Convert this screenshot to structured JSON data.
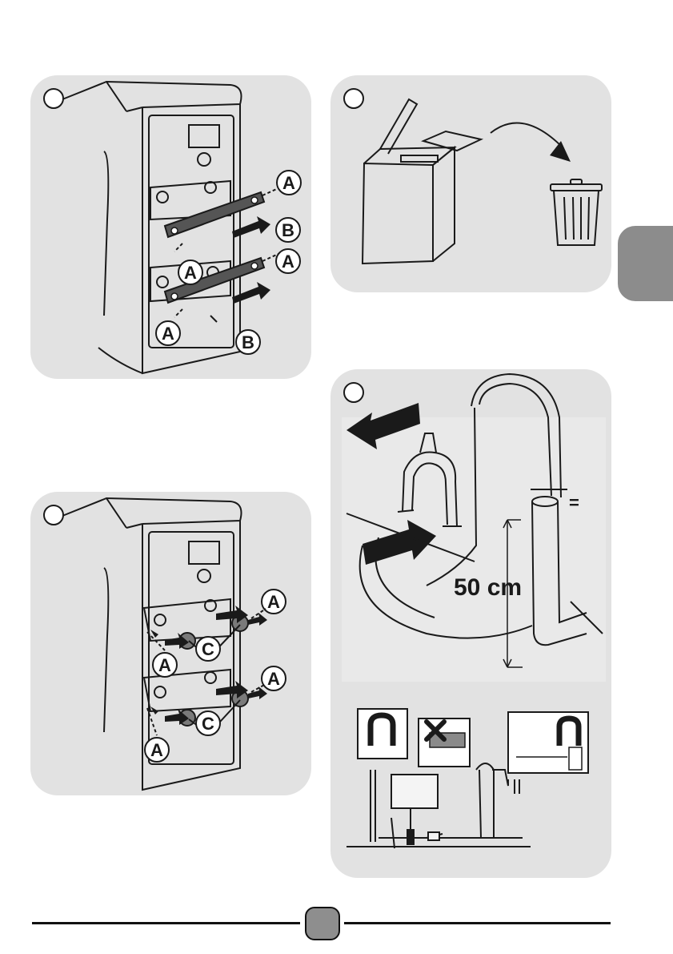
{
  "labels": {
    "a": "A",
    "b": "B",
    "c": "C",
    "distance": "50 cm",
    "equal_sign": "="
  },
  "colors": {
    "panel_bg": "#e2e2e2",
    "tab_gray": "#8c8c8c",
    "line_dark": "#1a1a1a"
  },
  "icons": {
    "step_marker": "circle-outline-icon",
    "disposal": "trash-can-icon",
    "direction": "arrow-icon",
    "prohibited": "cross-mark-icon"
  }
}
